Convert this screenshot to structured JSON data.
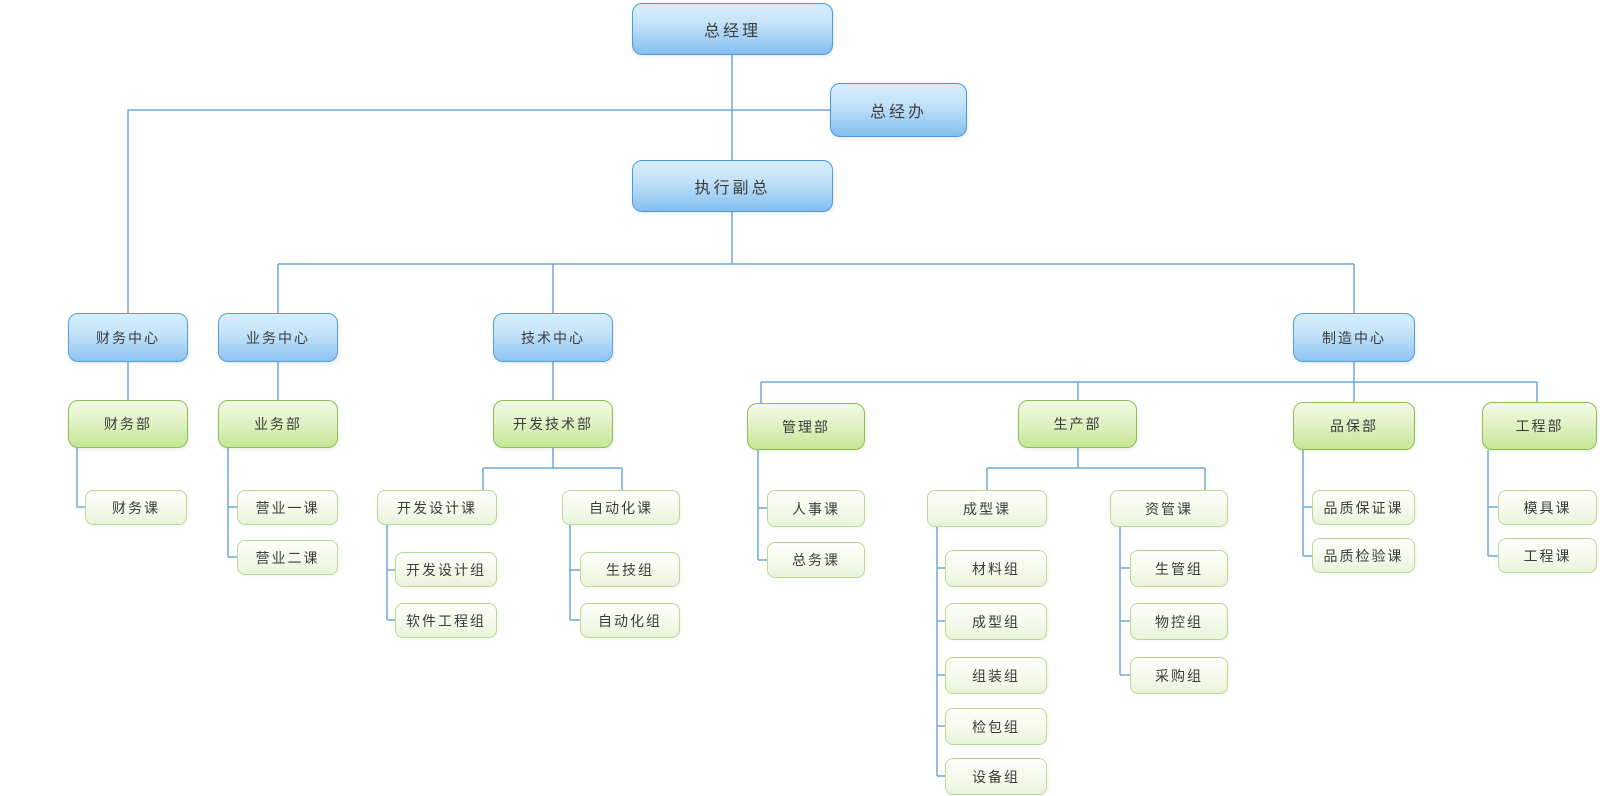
{
  "colors": {
    "connector": "#70a7dc",
    "blue_box_border": "#4d99df",
    "green_box_border": "#8ebe53",
    "leaf_box_border": "#b7da93",
    "background": "#ffffff"
  },
  "org": {
    "general_manager": {
      "label": "总经理"
    },
    "gm_office": {
      "label": "总经办"
    },
    "executive_vp": {
      "label": "执行副总"
    },
    "centers": [
      {
        "label": "财务中心",
        "departments": [
          {
            "label": "财务部",
            "sections": [
              {
                "label": "财务课"
              }
            ]
          }
        ]
      },
      {
        "label": "业务中心",
        "departments": [
          {
            "label": "业务部",
            "sections": [
              {
                "label": "营业一课"
              },
              {
                "label": "营业二课"
              }
            ]
          }
        ]
      },
      {
        "label": "技术中心",
        "departments": [
          {
            "label": "开发技术部",
            "sections": [
              {
                "label": "开发设计课",
                "groups": [
                  {
                    "label": "开发设计组"
                  },
                  {
                    "label": "软件工程组"
                  }
                ]
              },
              {
                "label": "自动化课",
                "groups": [
                  {
                    "label": "生技组"
                  },
                  {
                    "label": "自动化组"
                  }
                ]
              }
            ]
          }
        ]
      },
      {
        "label": "制造中心",
        "departments": [
          {
            "label": "管理部",
            "sections": [
              {
                "label": "人事课"
              },
              {
                "label": "总务课"
              }
            ]
          },
          {
            "label": "生产部",
            "sections": [
              {
                "label": "成型课",
                "groups": [
                  {
                    "label": "材料组"
                  },
                  {
                    "label": "成型组"
                  },
                  {
                    "label": "组装组"
                  },
                  {
                    "label": "检包组"
                  },
                  {
                    "label": "设备组"
                  }
                ]
              },
              {
                "label": "资管课",
                "groups": [
                  {
                    "label": "生管组"
                  },
                  {
                    "label": "物控组"
                  },
                  {
                    "label": "采购组"
                  }
                ]
              }
            ]
          },
          {
            "label": "品保部",
            "sections": [
              {
                "label": "品质保证课"
              },
              {
                "label": "品质检验课"
              }
            ]
          },
          {
            "label": "工程部",
            "sections": [
              {
                "label": "模具课"
              },
              {
                "label": "工程课"
              }
            ]
          }
        ]
      }
    ]
  }
}
